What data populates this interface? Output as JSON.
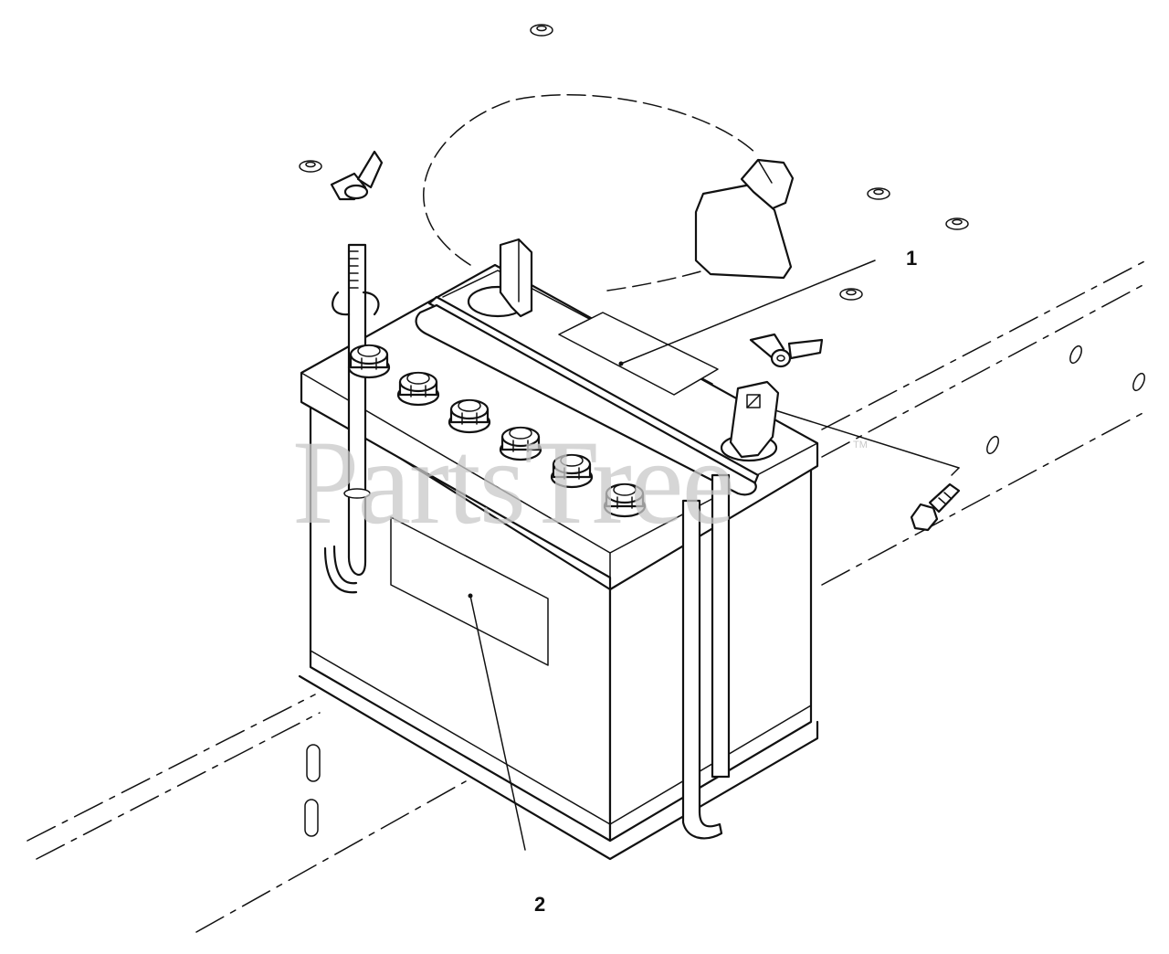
{
  "callouts": [
    {
      "id": "1",
      "label": "1"
    },
    {
      "id": "2",
      "label": "2"
    }
  ],
  "watermark": {
    "text": "PartsTree",
    "trademark": "TM"
  },
  "colors": {
    "line": "#111111",
    "watermark": "#c9c9c9",
    "background": "#ffffff"
  }
}
